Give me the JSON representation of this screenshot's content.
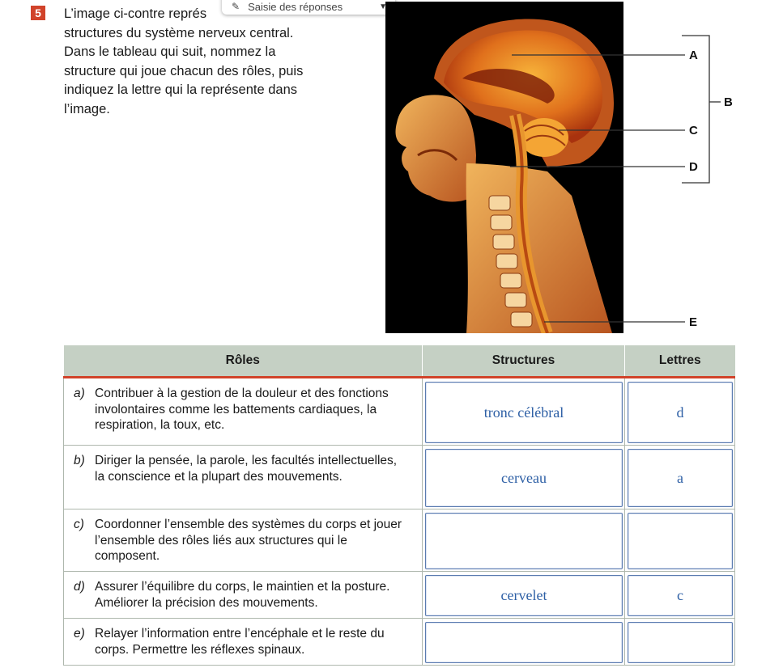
{
  "question": {
    "number": "5",
    "instructions": [
      "L’image ci-contre représ",
      "structures du système nerveux central.",
      "Dans le tableau qui suit, nommez la",
      "structure qui joue chacun des rôles, puis",
      "indiquez la lettre qui la représente dans",
      "l’image."
    ]
  },
  "toolbar": {
    "label": "Saisie des réponses",
    "pen_icon": "pencil-icon",
    "chevron_icon": "chevron-down-icon"
  },
  "figure": {
    "labels": {
      "a": "A",
      "b": "B",
      "c": "C",
      "d": "D",
      "e": "E"
    }
  },
  "table": {
    "headers": [
      "Rôles",
      "Structures",
      "Lettres"
    ],
    "rows": [
      {
        "letter": "a)",
        "role": "Contribuer à la gestion de la douleur et des fonctions involontaires comme les battements cardiaques, la respiration, la toux, etc.",
        "structure": "tronc célébral",
        "answer_letter": "d"
      },
      {
        "letter": "b)",
        "role": "Diriger la pensée, la parole, les facultés intellectuelles, la conscience et la plupart des mouvements.",
        "structure": "cerveau",
        "answer_letter": "a"
      },
      {
        "letter": "c)",
        "role": "Coordonner l’ensemble des systèmes du corps et jouer l’ensemble des rôles liés aux structures qui le composent.",
        "structure": "",
        "answer_letter": ""
      },
      {
        "letter": "d)",
        "role": "Assurer l’équilibre du corps, le maintien et la posture. Améliorer la précision des mouvements.",
        "structure": "cervelet",
        "answer_letter": "c"
      },
      {
        "letter": "e)",
        "role": "Relayer l’information entre l’encéphale et le reste du corps. Permettre les réflexes spinaux.",
        "structure": "",
        "answer_letter": ""
      }
    ]
  },
  "colors": {
    "accent": "#d1432a",
    "header_bg": "#c5d0c4",
    "answer_text": "#2d5fa5",
    "answer_border": "#5b7bb0"
  }
}
